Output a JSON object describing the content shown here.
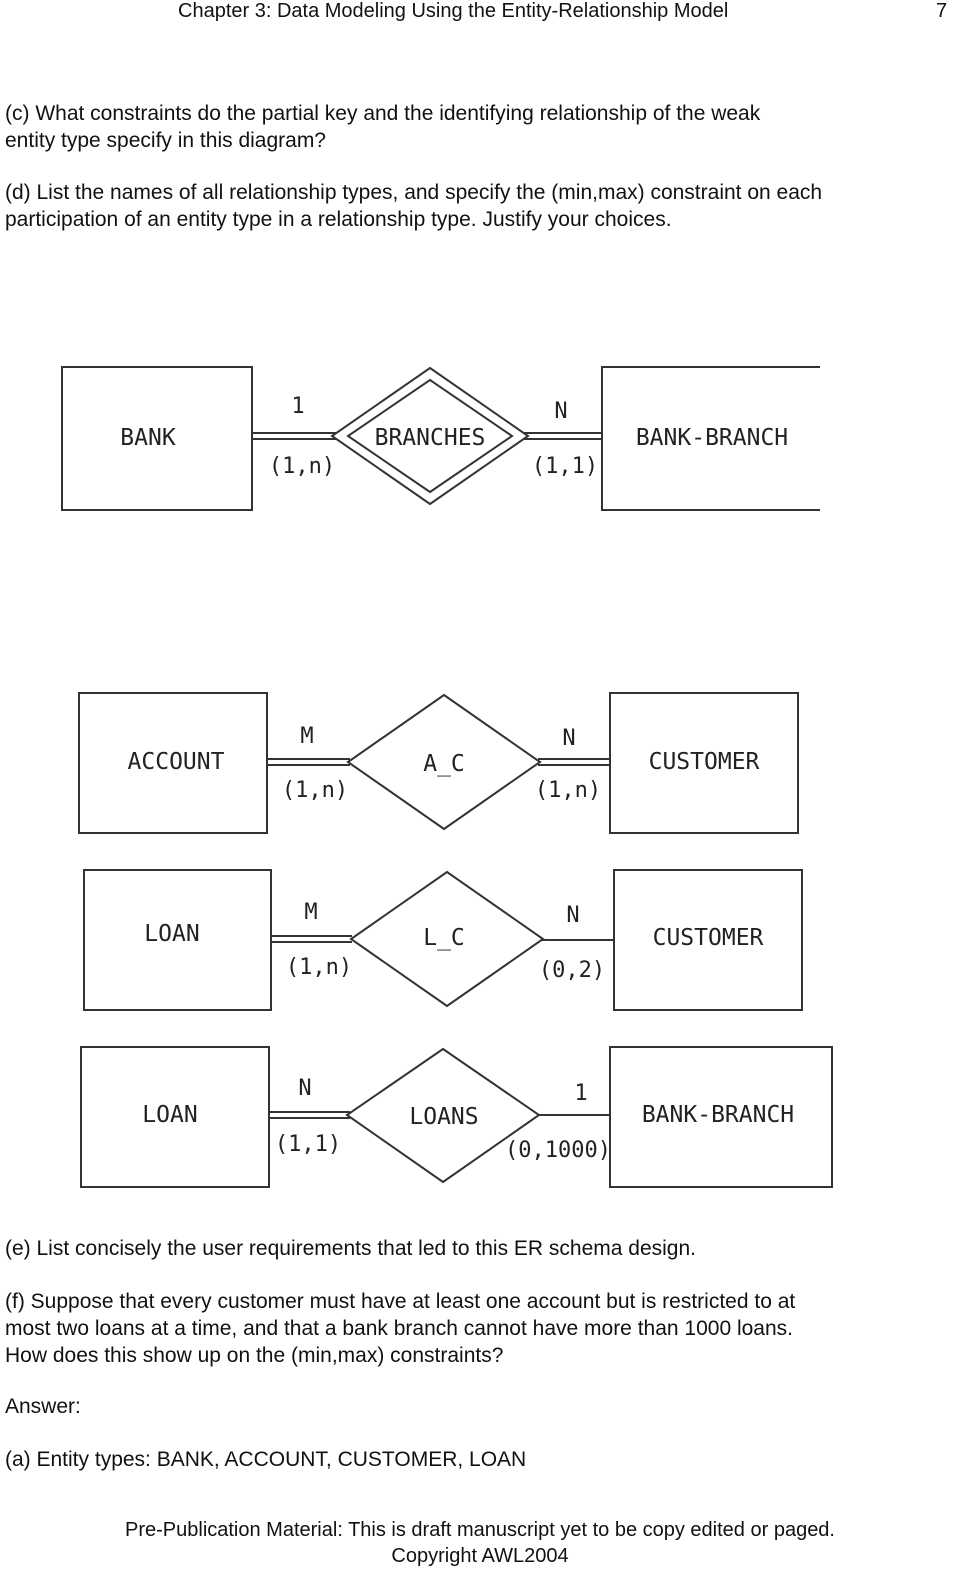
{
  "header": {
    "title": "Chapter 3: Data Modeling Using the Entity-Relationship Model",
    "page_number": "7"
  },
  "questions": {
    "c": "(c) What constraints do the partial key and the identifying relationship of the weak entity type specify in this diagram?",
    "d": "(d) List the names of all relationship types, and specify the (min,max) constraint on each participation of an entity type in a relationship type. Justify your choices.",
    "e": "(e) List concisely the user requirements that led to this ER schema design.",
    "f": "(f) Suppose that every customer must have at least one account but is restricted to at most two loans at a time, and that a bank branch cannot have more than 1000 loans. How does this show up on the (min,max) constraints?"
  },
  "answer": {
    "label": "Answer:",
    "a": "(a) Entity types: BANK, ACCOUNT, CUSTOMER, LOAN"
  },
  "diagrams": {
    "d1": {
      "left_entity": "BANK",
      "relationship": "BRANCHES",
      "right_entity": "BANK-BRANCH",
      "left_card": "1",
      "left_minmax": "(1,n)",
      "right_card": "N",
      "right_minmax": "(1,1)"
    },
    "d2": {
      "left_entity": "ACCOUNT",
      "relationship": "A_C",
      "right_entity": "CUSTOMER",
      "left_card": "M",
      "left_minmax": "(1,n)",
      "right_card": "N",
      "right_minmax": "(1,n)"
    },
    "d3": {
      "left_entity": "LOAN",
      "relationship": "L_C",
      "right_entity": "CUSTOMER",
      "left_card": "M",
      "left_minmax": "(1,n)",
      "right_card": "N",
      "right_minmax": "(0,2)"
    },
    "d4": {
      "left_entity": "LOAN",
      "relationship": "LOANS",
      "right_entity": "BANK-BRANCH",
      "left_card": "N",
      "left_minmax": "(1,1)",
      "right_card": "1",
      "right_minmax": "(0,1000)"
    }
  },
  "footer": {
    "line1": "Pre-Publication Material: This is draft manuscript yet to be copy edited or paged.",
    "line2": "Copyright AWL2004"
  }
}
